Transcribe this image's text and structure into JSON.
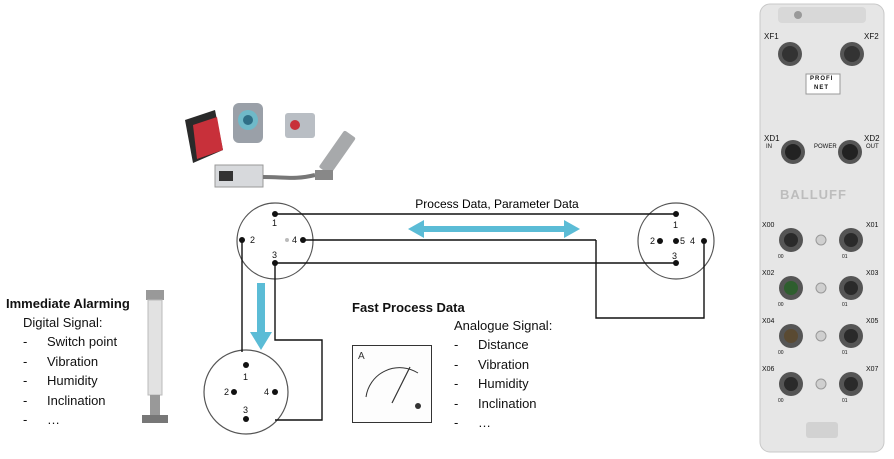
{
  "diagram": {
    "top_connection_label": "Process Data, Parameter Data",
    "connector_pins": [
      "1",
      "2",
      "3",
      "4",
      "5"
    ]
  },
  "alarm": {
    "title": "Immediate Alarming",
    "subtitle": "Digital Signal:",
    "items": [
      "Switch point",
      "Vibration",
      "Humidity",
      "Inclination",
      "…"
    ]
  },
  "fast_process": {
    "title": "Fast Process Data",
    "subtitle": "Analogue Signal:",
    "items": [
      "Distance",
      "Vibration",
      "Humidity",
      "Inclination",
      "…"
    ],
    "meter_letter": "A"
  },
  "device": {
    "brand": "BALLUFF",
    "network_top": "PROFI",
    "network_bottom": "NET",
    "ports_top": [
      "XF1",
      "XF2"
    ],
    "xd1": "XD1",
    "xd1_sub": "IN",
    "power": "POWER",
    "xd2": "XD2",
    "xd2_sub": "OUT",
    "io_ports": [
      "X00",
      "X01",
      "X02",
      "X03",
      "X04",
      "X05",
      "X06",
      "X07"
    ],
    "pin_labels": [
      "00",
      "01"
    ]
  },
  "colors": {
    "arrow": "#5bbcd6",
    "wire": "#111111",
    "device_body": "#e6e6e6"
  }
}
